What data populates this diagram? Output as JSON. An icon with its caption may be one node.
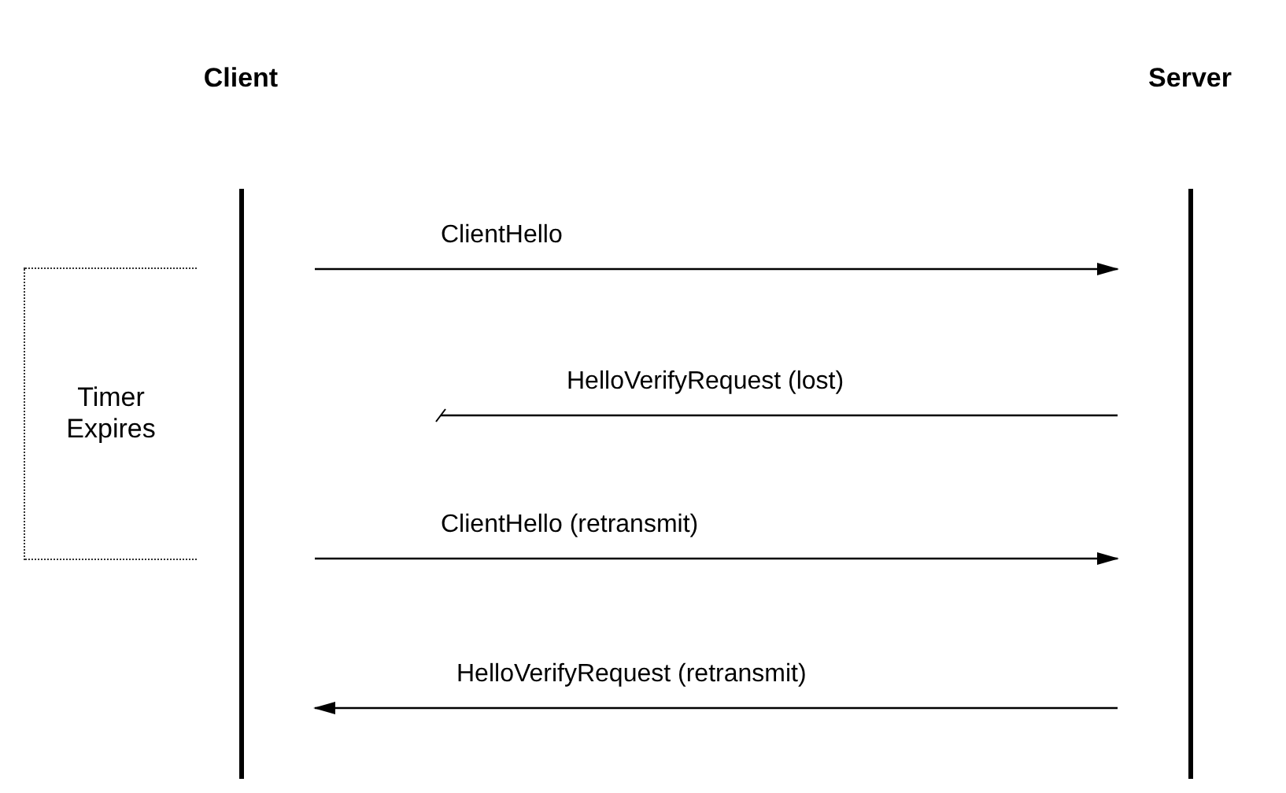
{
  "diagram": {
    "nodes": [
      {
        "text": [
          "Client"
        ]
      },
      {
        "text": [
          "Server"
        ]
      },
      {
        "text": [
          "Timer Expires"
        ]
      }
    ],
    "edges": [
      {
        "from": 0,
        "to": 1,
        "arrow": "to",
        "label": "ClientHello"
      },
      {
        "from": 1,
        "to": null,
        "arrow": "other",
        "label": "HelloVerifyRequest (lost)"
      },
      {
        "from": 0,
        "to": 1,
        "arrow": "to",
        "label": "ClientHello (retransmit)"
      },
      {
        "from": 1,
        "to": 0,
        "arrow": "to",
        "label": "HelloVerifyRequest (retransmit)"
      }
    ]
  }
}
